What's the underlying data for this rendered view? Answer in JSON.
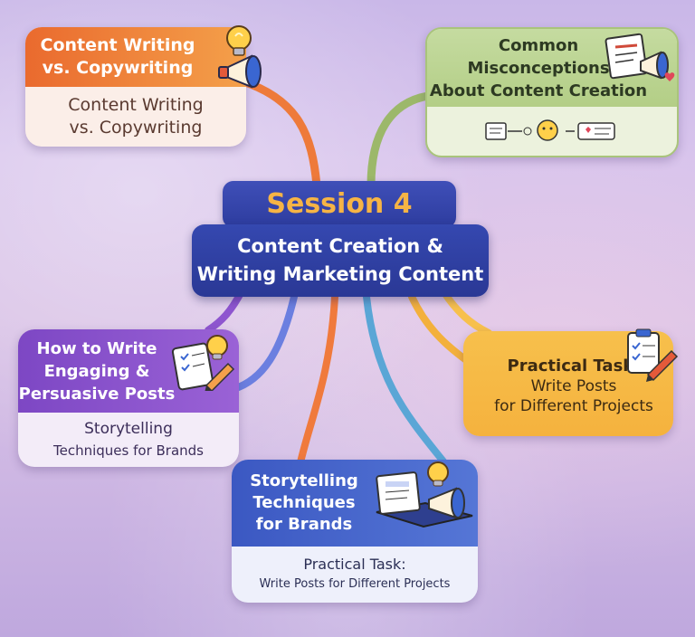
{
  "center": {
    "session": "Session 4",
    "title_line1": "Content Creation &",
    "title_line2": "Writing Marketing Content"
  },
  "nodes": {
    "copywriting": {
      "head_line1": "Content Writing",
      "head_line2": "vs. Copywriting",
      "body_line1": "Content Writing",
      "body_line2": "vs. Copywriting",
      "color": "#ea6a2e"
    },
    "misconceptions": {
      "head_line1": "Common",
      "head_line2": "Misconceptions",
      "head_line3": "About Content Creation",
      "color": "#b3ce86"
    },
    "engaging": {
      "head_line1": "How to Write",
      "head_line2": "Engaging &",
      "head_line3": "Persuasive Posts",
      "body_line1": "Storytelling",
      "body_line2": "Techniques for Brands",
      "color": "#7d47c4"
    },
    "practical": {
      "line1": "Practical Task:",
      "line2": "Write Posts",
      "line3": "for Different Projects",
      "color": "#f5b23e"
    },
    "storytelling": {
      "head_line1": "Storytelling",
      "head_line2": "Techniques",
      "head_line3": "for Brands",
      "body_line1": "Practical Task:",
      "body_line2": "Write Posts for Different Projects",
      "color": "#3b58c2"
    }
  },
  "icons": [
    "lightbulb-icon",
    "megaphone-icon",
    "document-icon",
    "checklist-icon",
    "pencil-icon",
    "heart-icon"
  ]
}
